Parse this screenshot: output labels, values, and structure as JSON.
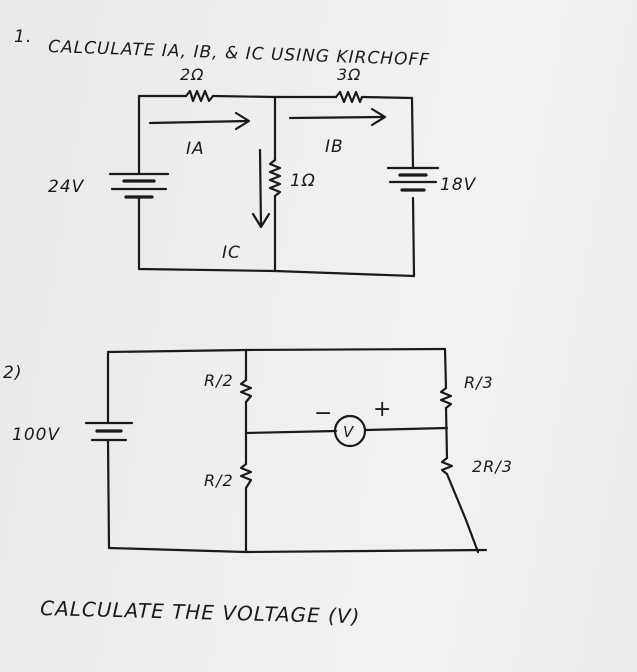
{
  "problem1": {
    "number": "1.",
    "instruction": "CALCULATE IA, IB, & IC USING KIRCHOFF",
    "r_a": "2Ω",
    "r_b": "3Ω",
    "r_c": "1Ω",
    "source_left": "24V",
    "source_right": "18V",
    "current_a": "IA",
    "current_b": "IB",
    "current_c": "IC"
  },
  "problem2": {
    "number": "2)",
    "source": "100V",
    "r_top_left": "R/2",
    "r_bottom_left": "R/2",
    "r_top_right": "R/3",
    "r_bottom_right": "2R/3",
    "meter": "V",
    "minus": "−",
    "plus": "+",
    "question": "CALCULATE THE VOLTAGE (V)"
  }
}
